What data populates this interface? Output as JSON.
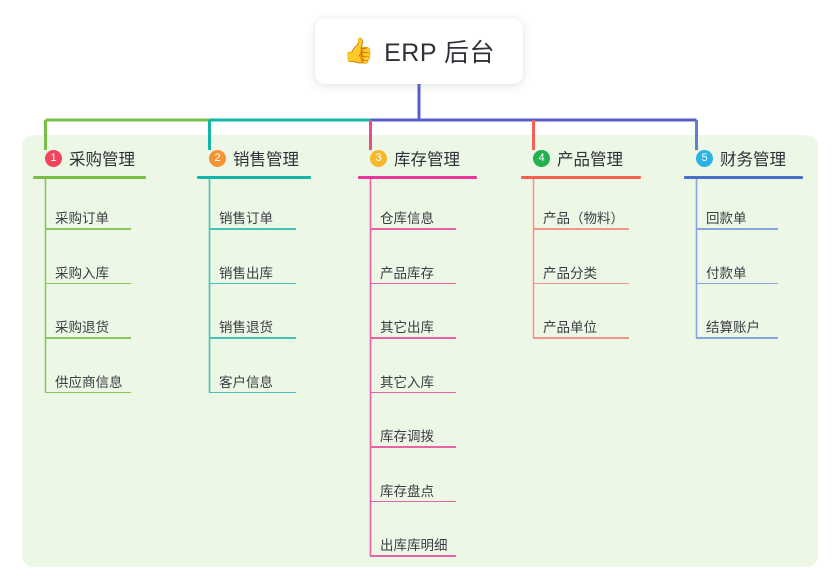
{
  "root": {
    "icon": "thumbs-up-emoji",
    "emoji": "👍",
    "title": "ERP 后台"
  },
  "palette": {
    "panel_bg": "#edf7e6",
    "page_bg": "#ffffff",
    "text": "#2f3238",
    "bus_green": "#79bf48",
    "bus_teal": "#13b5a5",
    "bus_indigo": "#5a5fc7",
    "drop_pink": "#ea4b8f",
    "drop_red": "#f4615a",
    "drop_blue": "#5b7fd4"
  },
  "columns": [
    {
      "number": "1",
      "title": "采购管理",
      "badge_color": "#f2445f",
      "rule_color": "#79bf48",
      "leaf_rule_color": "#8cc55f",
      "spine_color": "#8cc55f",
      "items": [
        "采购订单",
        "采购入库",
        "采购退货",
        "供应商信息"
      ]
    },
    {
      "number": "2",
      "title": "销售管理",
      "badge_color": "#f59435",
      "rule_color": "#13b5a5",
      "leaf_rule_color": "#45c2b4",
      "spine_color": "#45c2b4",
      "items": [
        "销售订单",
        "销售出库",
        "销售退货",
        "客户信息"
      ]
    },
    {
      "number": "3",
      "title": "库存管理",
      "badge_color": "#f5b92a",
      "rule_color": "#e8369a",
      "leaf_rule_color": "#ea62a6",
      "spine_color": "#ea62a6",
      "items": [
        "仓库信息",
        "产品库存",
        "其它出库",
        "其它入库",
        "库存调拨",
        "库存盘点",
        "出库库明细"
      ]
    },
    {
      "number": "4",
      "title": "产品管理",
      "badge_color": "#22b24c",
      "rule_color": "#f4614f",
      "leaf_rule_color": "#f4948c",
      "spine_color": "#f4948c",
      "items": [
        "产品（物料）",
        "产品分类",
        "产品单位"
      ]
    },
    {
      "number": "5",
      "title": "财务管理",
      "badge_color": "#2bb3e6",
      "rule_color": "#4a6fc4",
      "leaf_rule_color": "#8aa4dd",
      "spine_color": "#8aa4dd",
      "items": [
        "回款单",
        "付款单",
        "结算账户"
      ]
    }
  ]
}
